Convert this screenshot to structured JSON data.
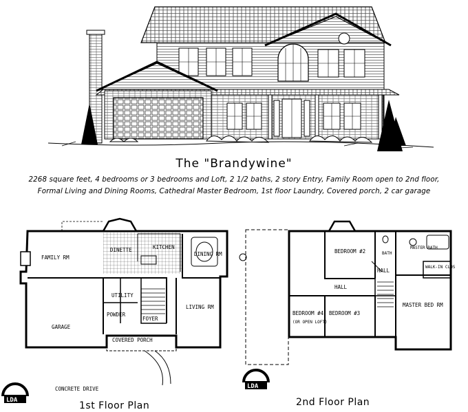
{
  "title": "The \"Brandywine\"",
  "description": {
    "line1": "2268 square feet, 4 bedrooms or 3 bedrooms and Loft, 2 1/2 baths, 2 story Entry, Family Room open to 2nd floor,",
    "line2": "Formal Living and Dining Rooms, Cathedral Master Bedroom, 1st floor Laundry, Covered porch, 2 car garage"
  },
  "floor1": {
    "caption": "1st Floor Plan",
    "rooms": {
      "dinette": "DINETTE",
      "kitchen": "KITCHEN",
      "dining": "DINING RM",
      "family": "FAMILY RM",
      "living": "LIVING RM",
      "garage": "GARAGE",
      "foyer": "FOYER",
      "utility": "UTILITY",
      "powder": "POWDER",
      "porch": "COVERED PORCH",
      "drive": "CONCRETE\nDRIVE"
    }
  },
  "floor2": {
    "caption": "2nd Floor Plan",
    "rooms": {
      "bed2": "BEDROOM #2",
      "bed3": "BEDROOM #3",
      "bed4": "BEDROOM #4",
      "master": "MASTER BED RM",
      "hall1": "HALL",
      "hall2": "HALL",
      "walkin": "WALK-IN\nCLOS",
      "bath": "BATH",
      "masterbath": "MASTER\nBATH",
      "loft": "(OR OPEN LOFT)"
    }
  },
  "logo": {
    "letters": "LDA"
  }
}
